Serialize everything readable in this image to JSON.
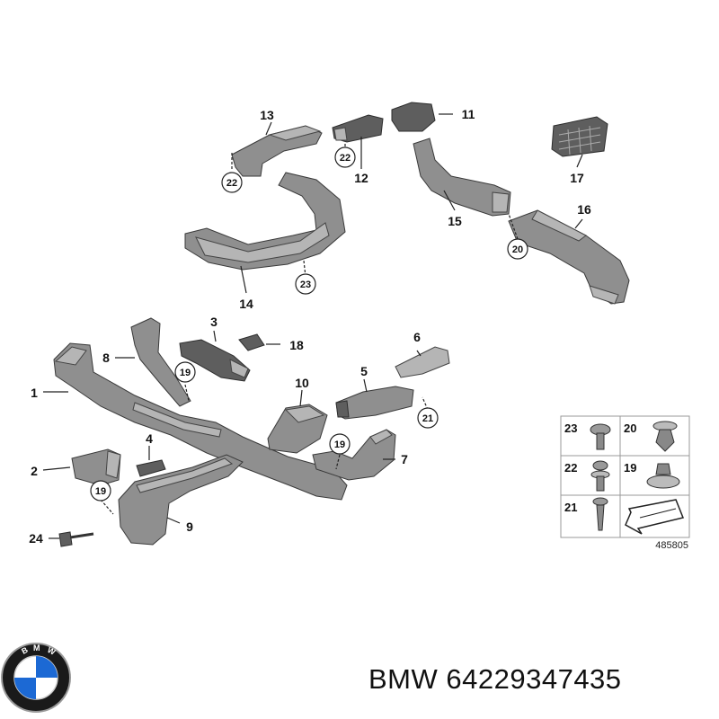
{
  "callouts": [
    "1",
    "2",
    "3",
    "4",
    "5",
    "6",
    "7",
    "8",
    "9",
    "10",
    "11",
    "12",
    "13",
    "14",
    "15",
    "16",
    "17",
    "18",
    "24"
  ],
  "circled_callouts": [
    "19",
    "19",
    "19",
    "20",
    "21",
    "22",
    "22",
    "23"
  ],
  "legend": {
    "items": [
      "23",
      "20",
      "22",
      "19",
      "21"
    ],
    "doc_number": "485805"
  },
  "logo": {
    "letters": "BMW"
  },
  "footer": {
    "brand": "BMW",
    "part_number": "64229347435"
  }
}
